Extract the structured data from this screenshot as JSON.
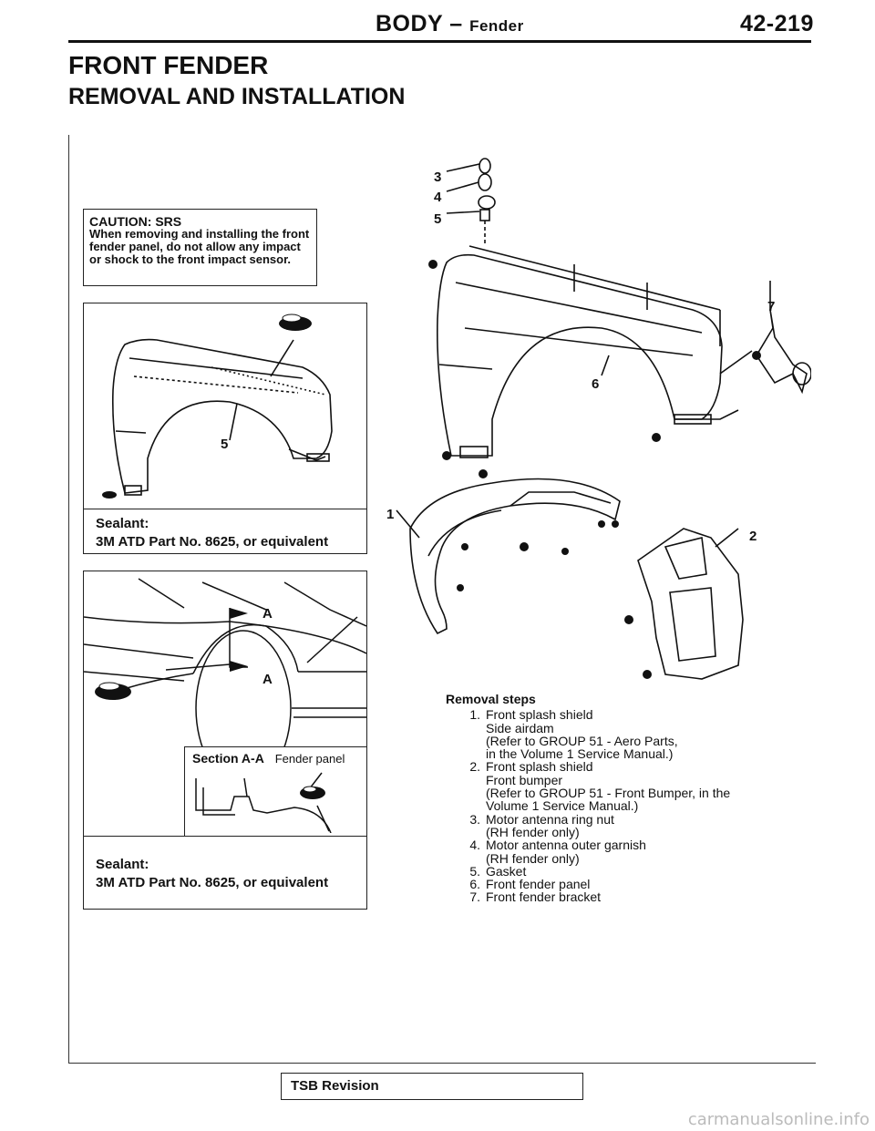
{
  "header": {
    "section": "BODY",
    "separator": " – ",
    "subsection": "Fender",
    "page_number": "42-219"
  },
  "title": {
    "main": "FRONT FENDER",
    "sub": "REMOVAL AND INSTALLATION"
  },
  "caution": {
    "heading": "CAUTION: SRS",
    "body": "When removing and installing the front fender panel, do not allow any impact or shock to the front impact sensor."
  },
  "sealant_1": {
    "label": "Sealant:",
    "value": "3M ATD Part No. 8625, or equivalent"
  },
  "sealant_2": {
    "label": "Sealant:",
    "value": "3M ATD Part No. 8625, or equivalent"
  },
  "section_view": {
    "title": "Section A-A",
    "caption": "Fender panel"
  },
  "diagram_labels": {
    "a1": "A",
    "a2": "A",
    "n5_small": "5",
    "n1": "1",
    "n2": "2",
    "n3": "3",
    "n4": "4",
    "n5": "5",
    "n6": "6",
    "n7": "7"
  },
  "removal": {
    "heading": "Removal steps",
    "steps": [
      {
        "num": "1.",
        "lines": [
          "Front splash shield",
          "Side airdam",
          "(Refer to GROUP 51 - Aero Parts,",
          "in the Volume 1 Service Manual.)"
        ]
      },
      {
        "num": "2.",
        "lines": [
          "Front splash shield",
          "Front bumper",
          "(Refer to GROUP 51 - Front Bumper, in the",
          "Volume 1 Service Manual.)"
        ]
      },
      {
        "num": "3.",
        "lines": [
          "Motor antenna ring nut",
          "(RH fender only)"
        ]
      },
      {
        "num": "4.",
        "lines": [
          "Motor antenna outer garnish",
          "(RH fender only)"
        ]
      },
      {
        "num": "5.",
        "lines": [
          "Gasket"
        ]
      },
      {
        "num": "6.",
        "lines": [
          "Front fender panel"
        ]
      },
      {
        "num": "7.",
        "lines": [
          "Front fender bracket"
        ]
      }
    ]
  },
  "footer": {
    "label": "TSB Revision"
  },
  "watermark": "carmanualsonline.info"
}
